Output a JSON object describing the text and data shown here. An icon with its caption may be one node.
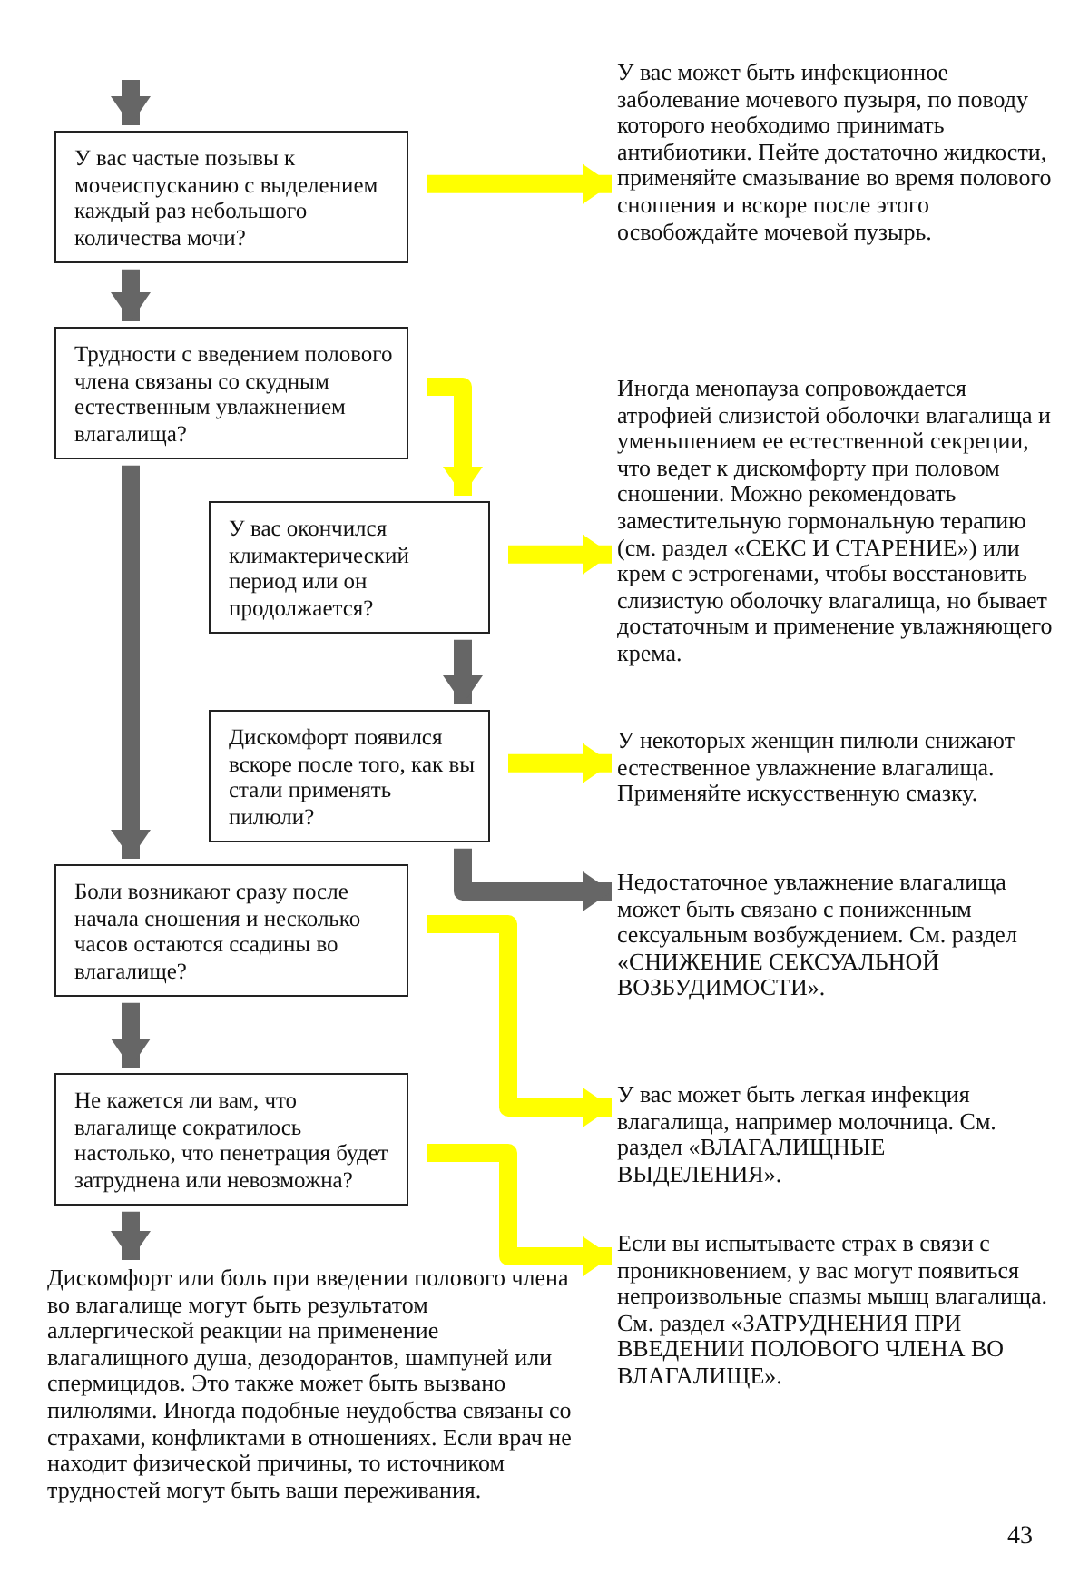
{
  "diagram": {
    "nodes": [
      {
        "text": [
          "У вас частые позывы к мочеиспусканию с выделением каждый раз небольшого количества мочи?"
        ]
      },
      {
        "text": [
          "У вас может быть инфекционное заболевание мочевого пузыря, по поводу которого необходимо принимать антибиотики. Пейте достаточно жидкости, применяйте смазывание во время полового сношения и вскоре после этого освобождайте мочевой пузырь."
        ]
      },
      {
        "text": [
          "Трудности с введением полового члена связаны со скудным естественным увлажнением влагалища?"
        ]
      },
      {
        "text": [
          "Иногда менопауза сопровождается атрофией слизистой оболочки влагалища и уменьшением ее естественной секреции, что ведет к дискомфорту при половом сношении. Можно рекомендовать заместительную гормональную терапию (см. раздел «СЕКС И СТАРЕНИЕ») или крем с эстрогенами, чтобы восстановить слизистую оболочку влагалища, но бывает достаточным и применение увлажняющего крема."
        ]
      },
      {
        "text": [
          "У вас окончился климактерический период или он продолжается?"
        ]
      },
      {
        "text": [
          "Дискомфорт появился вскоре после того, как вы стали применять пилюли?"
        ]
      },
      {
        "text": [
          "У некоторых женщин пилюли снижают естественное увлажнение влагалища. Применяйте искусственную смазку."
        ]
      },
      {
        "text": [
          "Недостаточное увлажнение влагалища может быть связано с пониженным сексуальным возбуждением. См. раздел «СНИЖЕНИЕ СЕКСУАЛЬНОЙ ВОЗБУДИМОСТИ»."
        ]
      },
      {
        "text": [
          "Боли возникают сразу после начала сношения и несколько часов остаются ссадины во влагалище?"
        ]
      },
      {
        "text": [
          "Не кажется ли вам, что влагалище сократилось настолько, что пенетрация будет затруднена или невозможна?"
        ]
      },
      {
        "text": [
          "У вас может быть легкая инфекция влагалища, например молочница. См. раздел «ВЛАГАЛИЩНЫЕ ВЫДЕЛЕНИЯ»."
        ]
      },
      {
        "text": [
          "Дискомфорт или боль при введении полового члена во влагалище могут быть результатом аллергической реакции на применение влагалищного душа, дезодорантов, шампуней или спермицидов. Это также может быть вызвано пилюлями. Иногда подобные неудобства связаны со страхами, конфликтами в отношениях. Если врач не находит физической причины, то источником трудностей могут быть ваши переживания."
        ]
      },
      {
        "text": [
          "Если вы испытываете страх в связи с проникновением, у вас могут появиться непроизвольные спазмы мышц влагалища. См. раздел «ЗАТРУДНЕНИЯ ПРИ ВВЕДЕНИИ ПОЛОВОГО ЧЛЕНА ВО ВЛАГАЛИЩЕ»."
        ]
      }
    ],
    "edges": [
      {
        "from": null,
        "to": 0,
        "arrow": "to"
      },
      {
        "from": 0,
        "to": 1,
        "arrow": "to",
        "color": "#ffff00"
      },
      {
        "from": 0,
        "to": 2,
        "arrow": "to"
      },
      {
        "from": 2,
        "to": 4,
        "arrow": "to",
        "color": "#ffff00"
      },
      {
        "from": 2,
        "to": 8,
        "arrow": "to"
      },
      {
        "from": 4,
        "to": 3,
        "arrow": "to",
        "color": "#ffff00"
      },
      {
        "from": 4,
        "to": 5,
        "arrow": "to"
      },
      {
        "from": 5,
        "to": 6,
        "arrow": "to",
        "color": "#ffff00"
      },
      {
        "from": 5,
        "to": 7,
        "arrow": "to"
      },
      {
        "from": 8,
        "to": 10,
        "arrow": "to",
        "color": "#ffff00"
      },
      {
        "from": 8,
        "to": 9,
        "arrow": "to"
      },
      {
        "from": 9,
        "to": 12,
        "arrow": "to",
        "color": "#ffff00"
      },
      {
        "from": 9,
        "to": 11,
        "arrow": "to"
      }
    ],
    "labels": [
      "43"
    ]
  }
}
